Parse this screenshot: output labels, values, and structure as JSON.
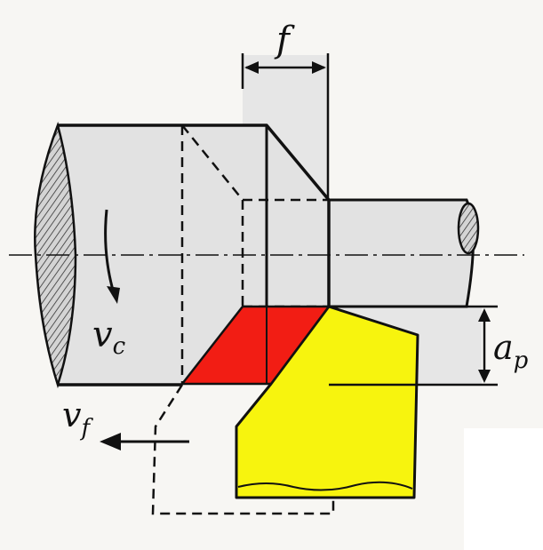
{
  "labels": {
    "feed": "f",
    "cutting_speed": "v",
    "cutting_speed_sub": "c",
    "feed_speed": "v",
    "feed_speed_sub": "f",
    "depth_of_cut": "a",
    "depth_of_cut_sub": "p"
  },
  "colors": {
    "background": "#f7f6f3",
    "workpiece": "#e2e2e2",
    "feed_band": "#e7e7e7",
    "chip_cross_section": "#f21d14",
    "cutting_tool": "#f7f40e",
    "outline": "#111111",
    "hatch_surface": "#cfcfcf"
  }
}
